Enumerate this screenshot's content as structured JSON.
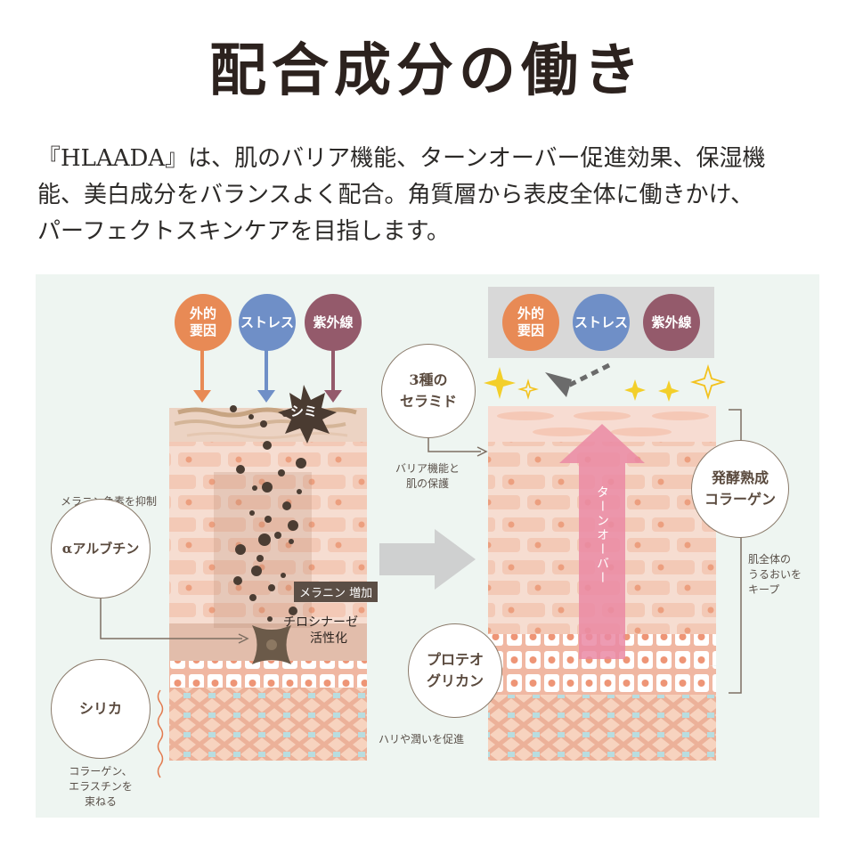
{
  "title": "配合成分の働き",
  "intro_lines": [
    "『HLAADA』は、肌のバリア機能、ターンオーバー促進効果、保湿機",
    "能、美白成分をバランスよく配合。角質層から表皮全体に働きかけ、",
    "パーフェクトスキンケアを目指します。"
  ],
  "causes": [
    {
      "l1": "外的",
      "l2": "要因",
      "color": "#e88a55"
    },
    {
      "l1": "ストレス",
      "l2": "",
      "color": "#6f8fc7"
    },
    {
      "l1": "紫外線",
      "l2": "",
      "color": "#945a6b"
    }
  ],
  "stain_label": "シミ",
  "melanin_label": "メラニン 増加",
  "tyrosinase_l1": "チロシナーゼ",
  "tyrosinase_l2": "活性化",
  "alpha": {
    "name": "αアルブチン",
    "caption": "メラニン色素を抑制"
  },
  "silica": {
    "name": "シリカ",
    "caption_l1": "コラーゲン、",
    "caption_l2": "エラスチンを",
    "caption_l3": "束ねる"
  },
  "ceramide": {
    "l1": "3種の",
    "l2": "セラミド",
    "caption_l1": "バリア機能と",
    "caption_l2": "肌の保護"
  },
  "proteo": {
    "l1": "プロテオ",
    "l2": "グリカン",
    "caption": "ハリや潤いを促進"
  },
  "collagen": {
    "l1": "発酵熟成",
    "l2": "コラーゲン",
    "caption_l1": "肌全体の",
    "caption_l2": "うるおいを",
    "caption_l3": "キープ"
  },
  "turnover_label": "ターンオーバー"
}
